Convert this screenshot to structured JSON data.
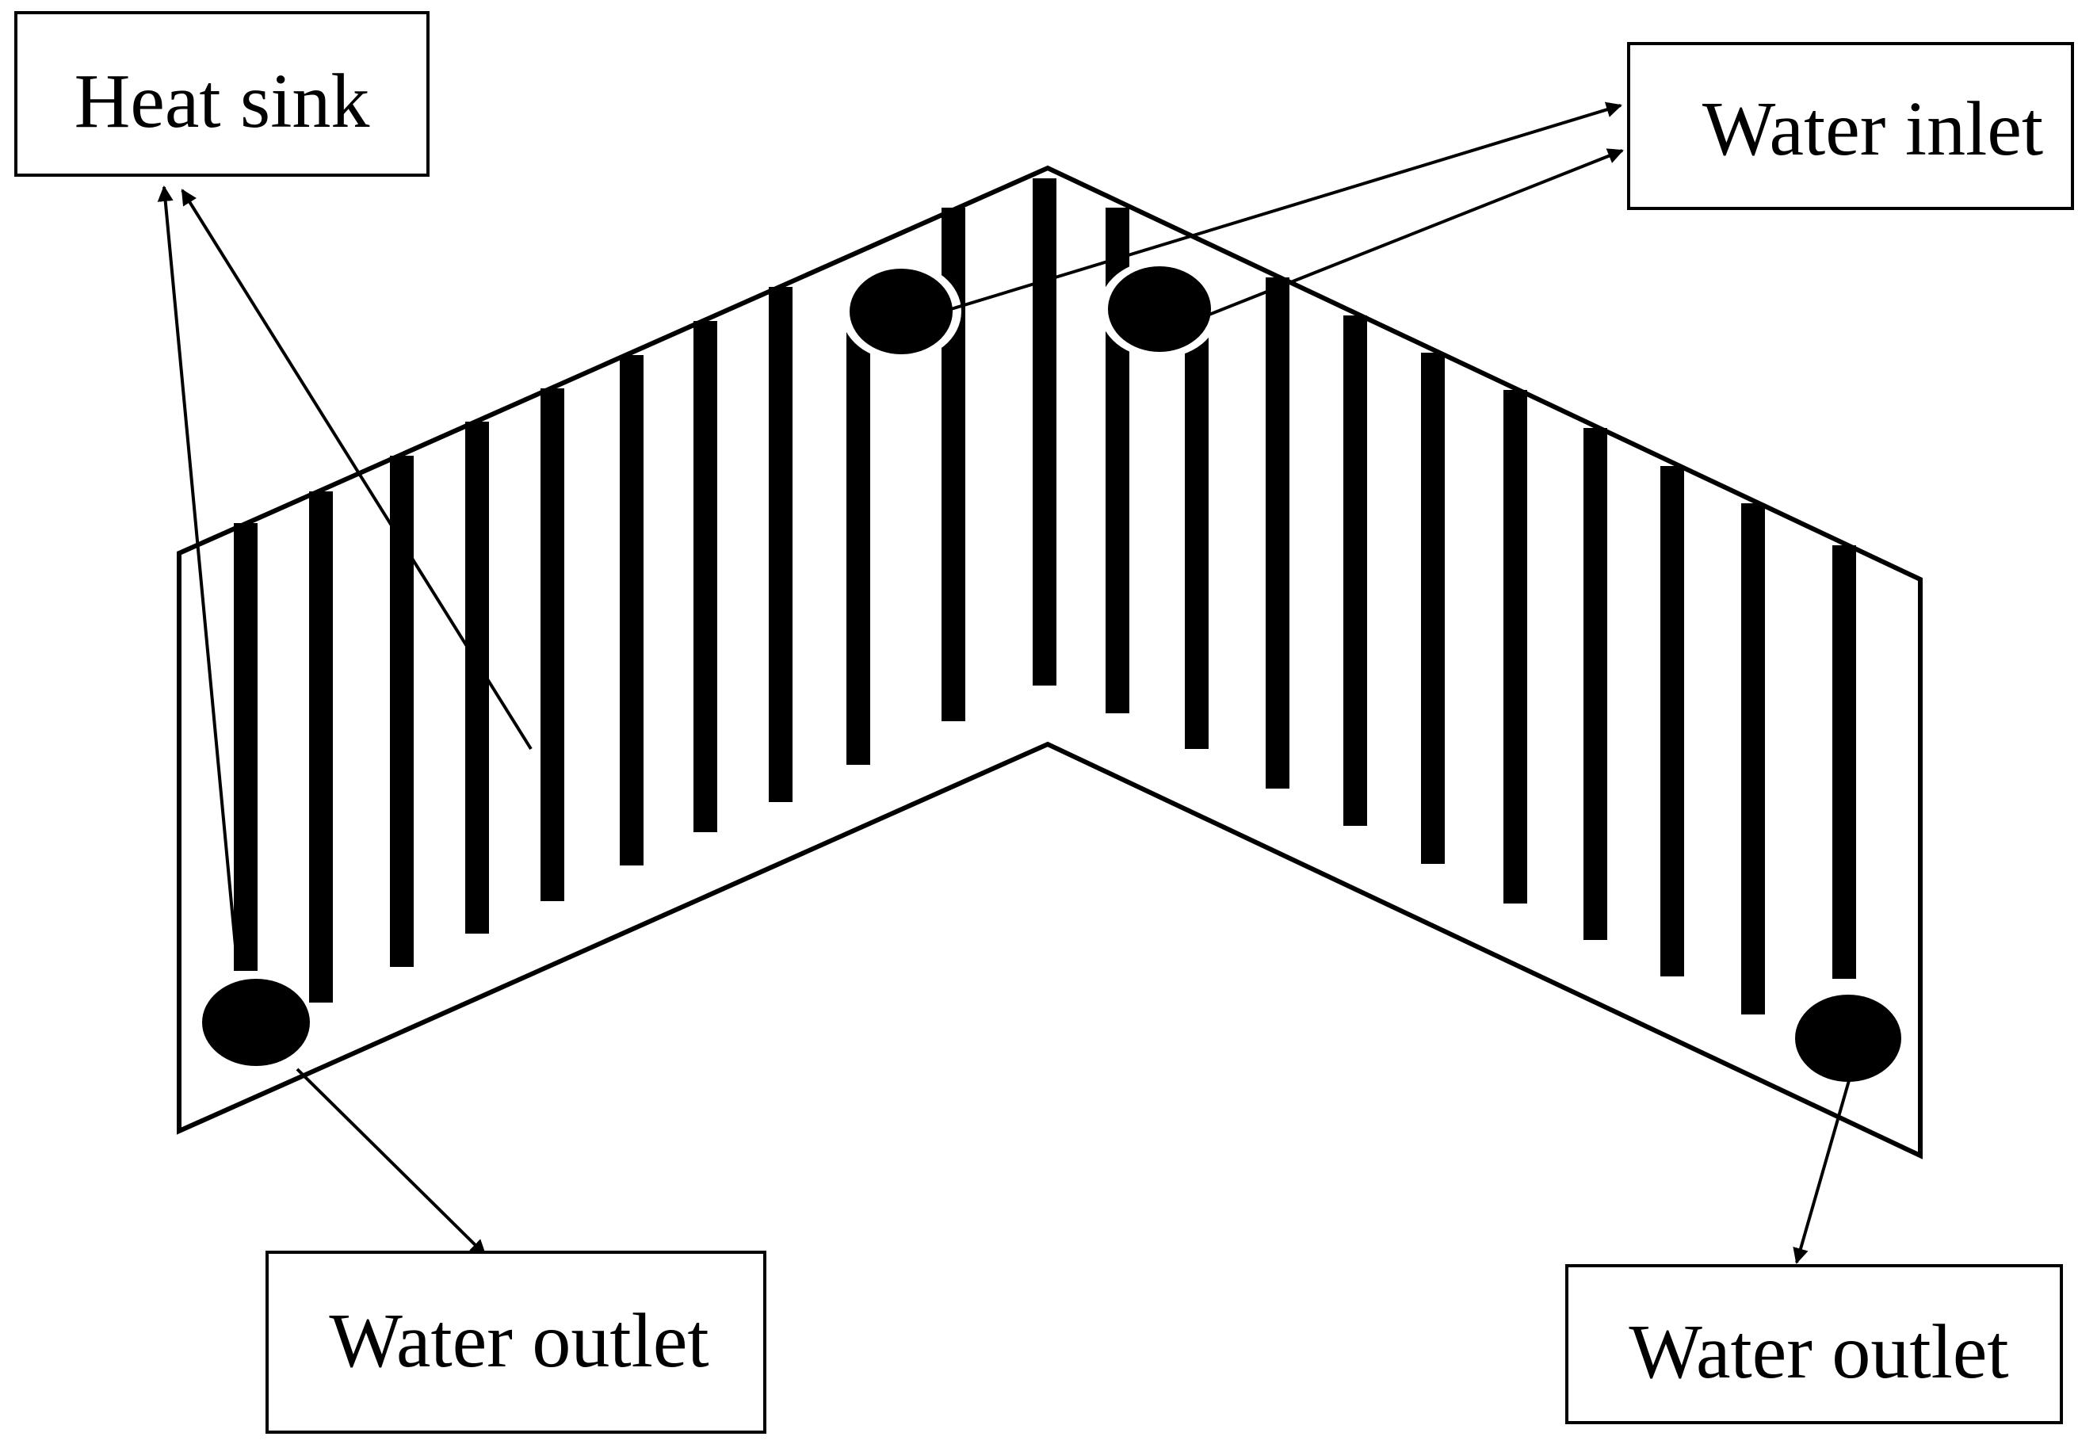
{
  "labels": {
    "heat_sink": "Heat sink",
    "water_inlet": "Water inlet",
    "water_outlet_left": "Water outlet",
    "water_outlet_right": "Water outlet"
  },
  "colors": {
    "ink": "#000000",
    "background": "#ffffff"
  }
}
